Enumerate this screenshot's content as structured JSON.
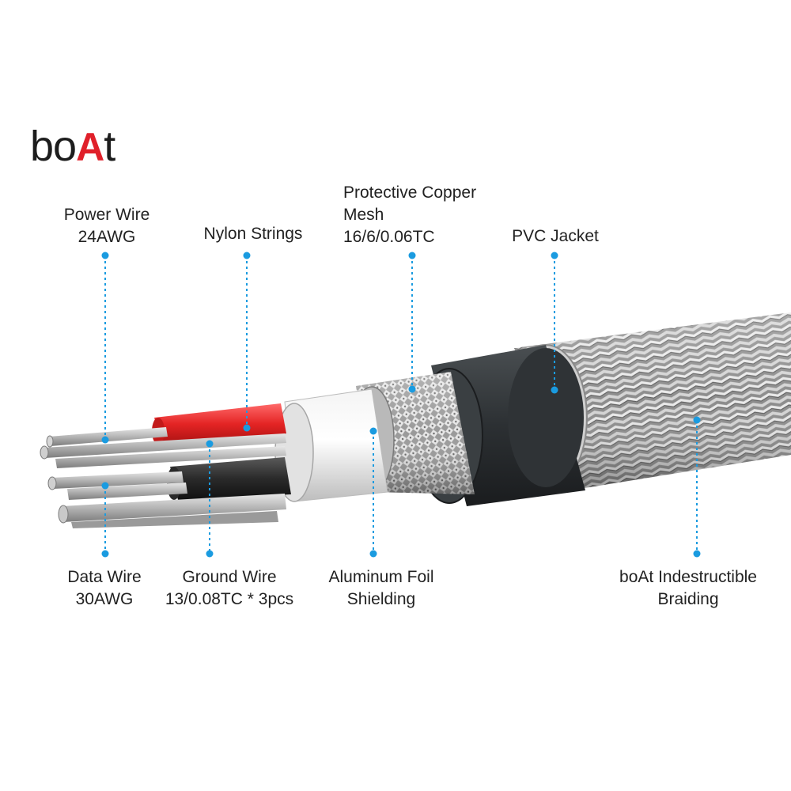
{
  "brand": {
    "logo_prefix": "bo",
    "logo_accent": "A",
    "logo_suffix": "t",
    "accent_color": "#e0202a"
  },
  "leader_color": "#1a9be0",
  "labels": {
    "power_wire": {
      "line1": "Power Wire",
      "line2": "24AWG"
    },
    "nylon_strings": {
      "line1": "Nylon Strings"
    },
    "copper_mesh": {
      "line1": "Protective Copper",
      "line2": "Mesh",
      "line3": "16/6/0.06TC"
    },
    "pvc_jacket": {
      "line1": "PVC Jacket"
    },
    "data_wire": {
      "line1": "Data Wire",
      "line2": "30AWG"
    },
    "ground_wire": {
      "line1": "Ground Wire",
      "line2": "13/0.08TC * 3pcs"
    },
    "aluminum_foil": {
      "line1": "Aluminum Foil",
      "line2": "Shielding"
    },
    "braiding": {
      "line1": "boAt Indestructible",
      "line2": "Braiding"
    }
  }
}
